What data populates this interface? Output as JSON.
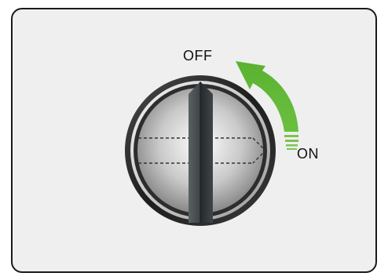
{
  "labels": {
    "off": "OFF",
    "on": "ON"
  },
  "colors": {
    "panel_background": "#efefef",
    "panel_border": "#1a1a1a",
    "bezel_dark": "#2a2a2a",
    "handle_dark": "#3d4346",
    "arrow_green": "#66bb3d"
  },
  "icons": {
    "dial": "rotary-switch-knob",
    "arrow": "curved-rotation-arrow"
  }
}
